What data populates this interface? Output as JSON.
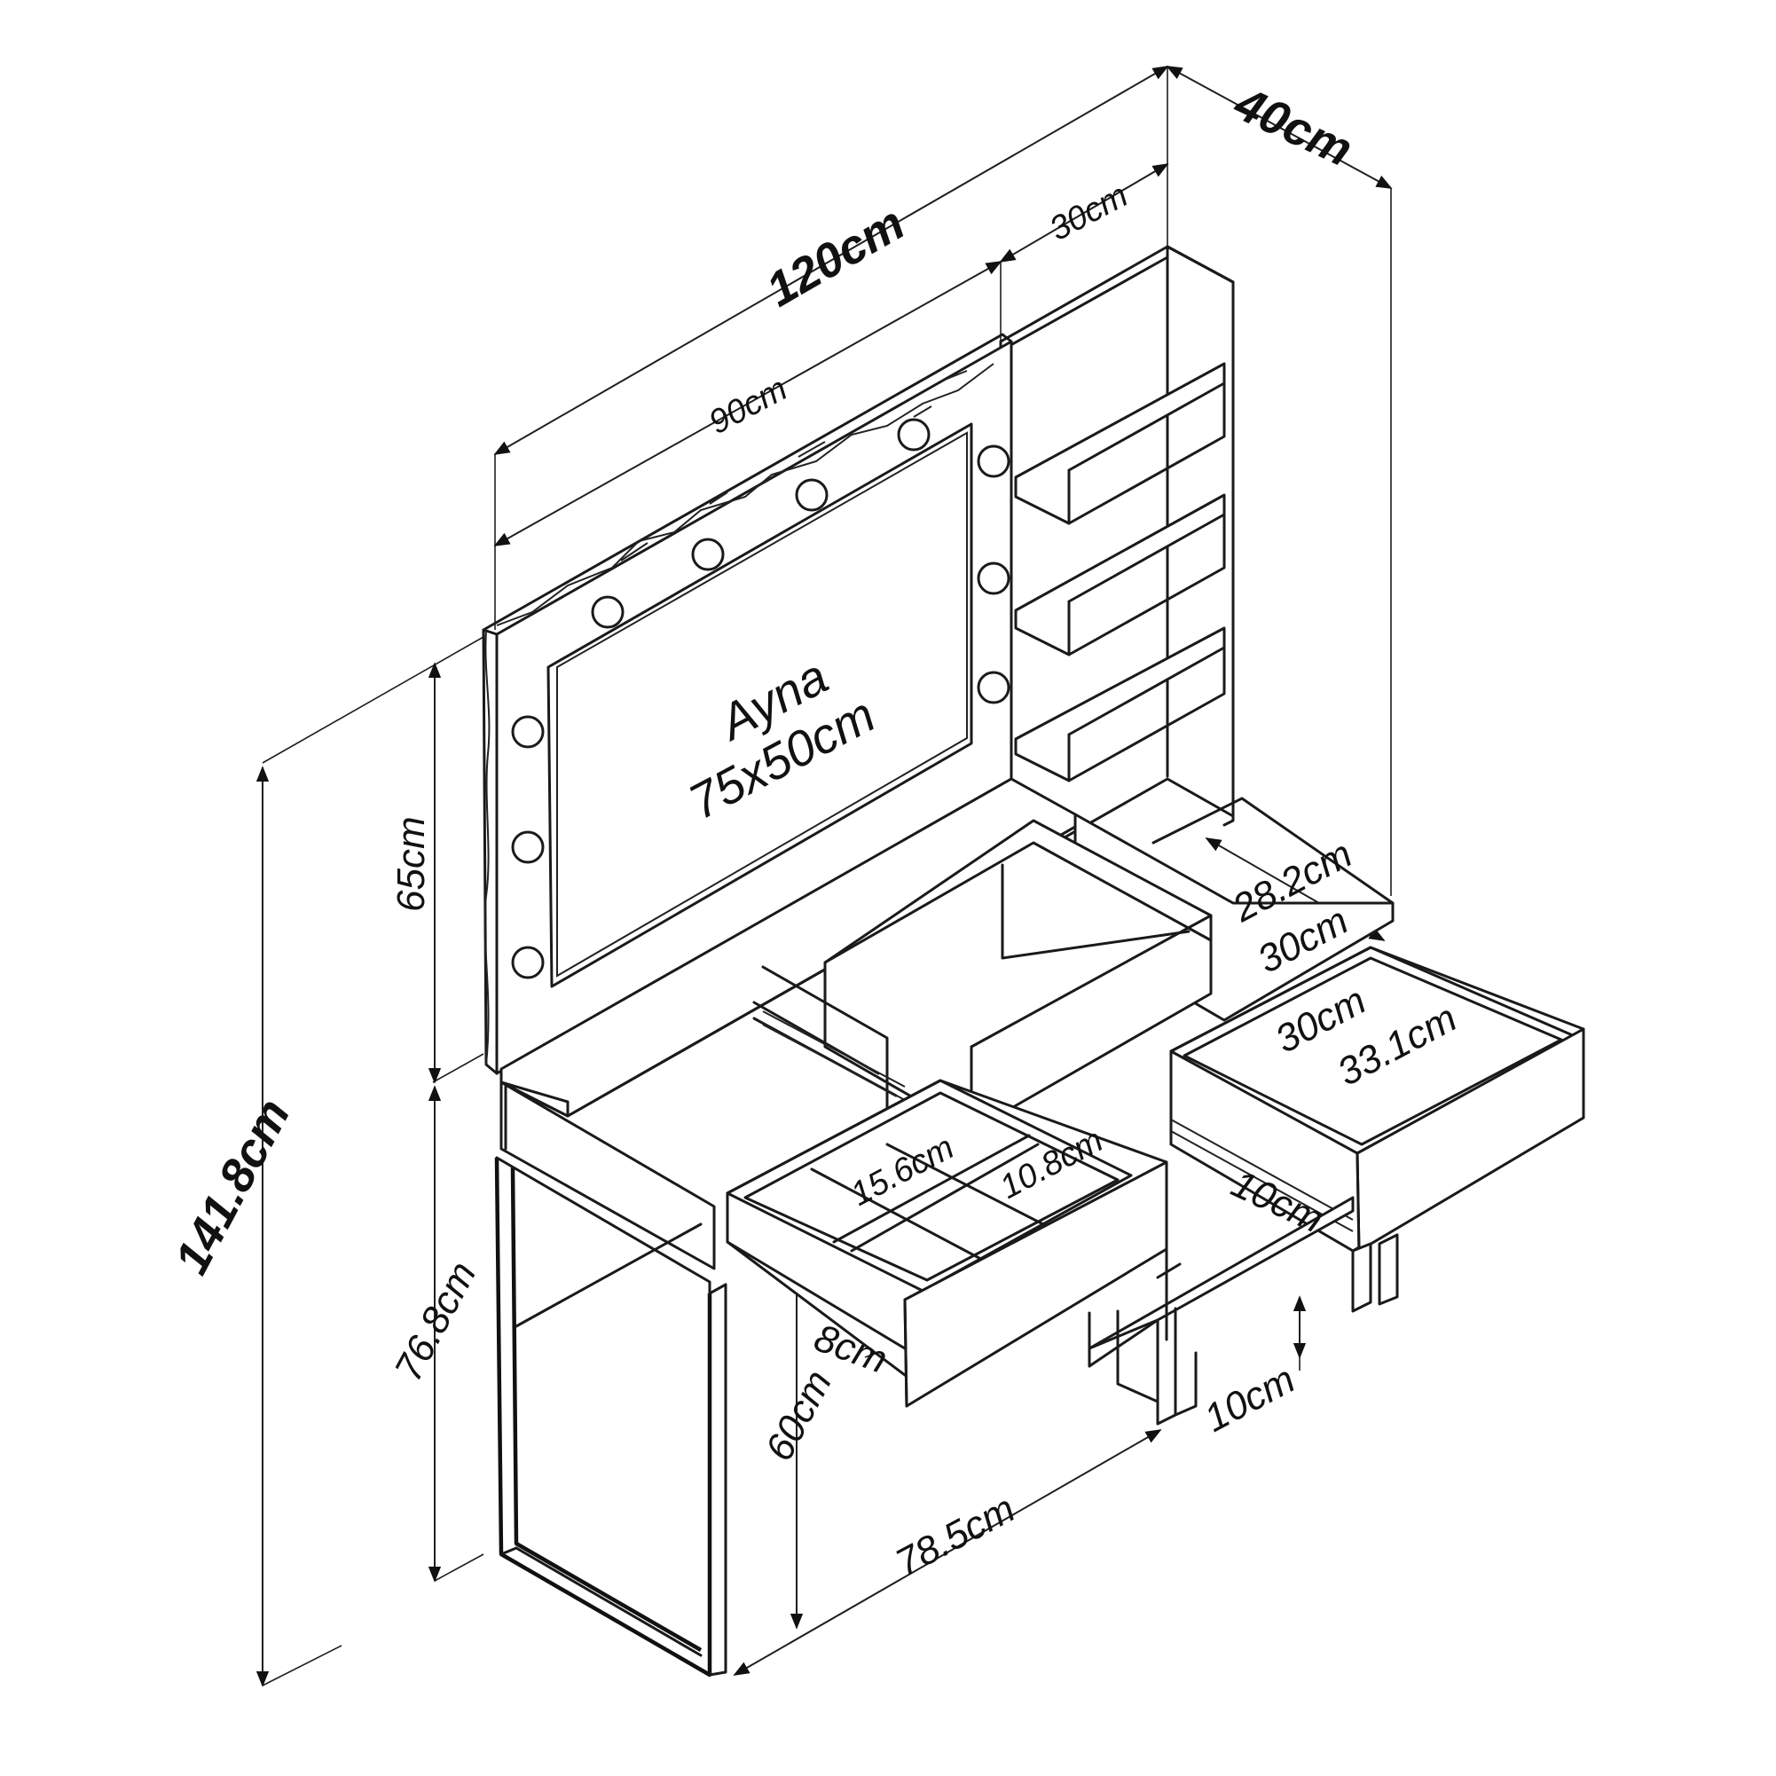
{
  "labels": {
    "width_total": "120cm",
    "depth_total": "40cm",
    "shelf_depth": "30cm",
    "mirror_width": "90cm",
    "mirror_name": "Ayna",
    "mirror_size": "75x50cm",
    "mirror_height": "65cm",
    "height_total": "141.8cm",
    "table_height": "76.8cm",
    "leg_height": "60cm",
    "knee_width": "78.5cm",
    "drawer_div_a": "15.6cm",
    "drawer_div_b": "10.8cm",
    "drawer_height_small": "8cm",
    "top_depth": "28.2cm",
    "cabinet_depth": "30cm",
    "drawer_inner_depth": "30cm",
    "drawer_inner_width": "33.1cm",
    "drawer_height_right": "10cm",
    "shelf_height_bottom": "10cm"
  },
  "colors": {
    "line": "#1a1a1a",
    "background": "#ffffff"
  },
  "icons": {
    "mirror_light": "bulb-icon"
  }
}
